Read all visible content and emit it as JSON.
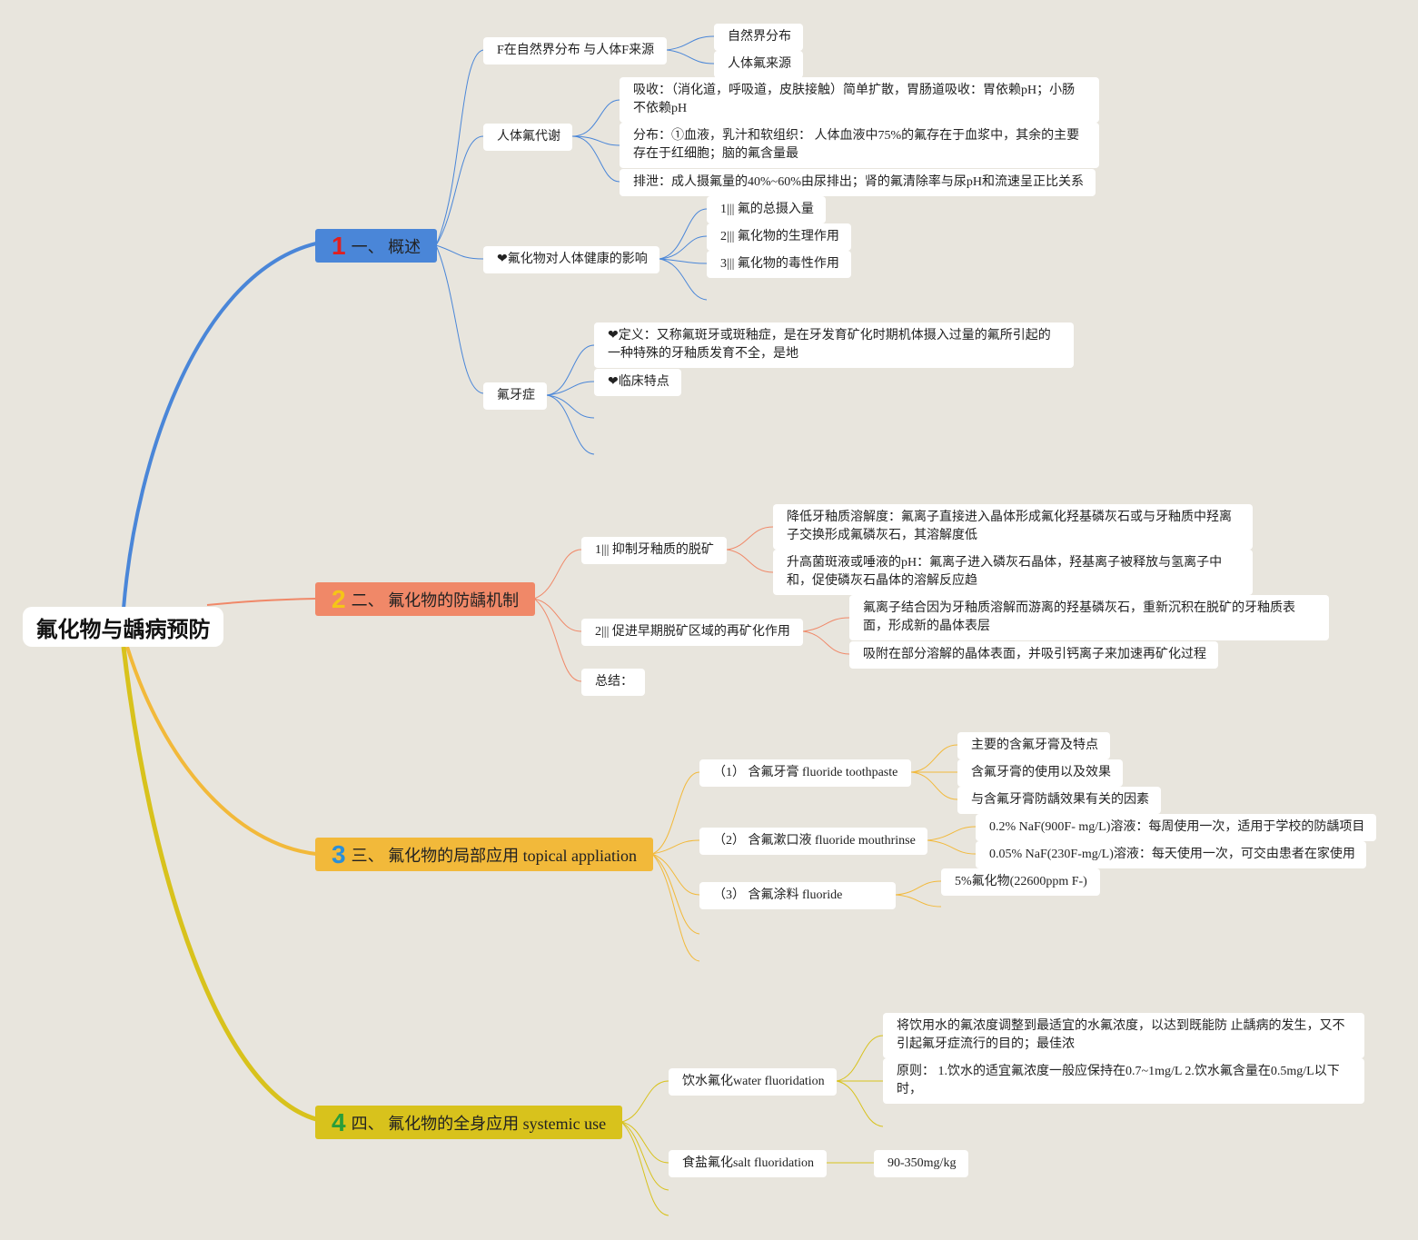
{
  "root": {
    "label": "氟化物与龋病预防"
  },
  "colors": {
    "b1": "#4a86d8",
    "b2": "#f08868",
    "b3": "#f2b93a",
    "b4": "#d8c21c"
  },
  "b1": {
    "num": "1",
    "label": "一、 概述",
    "c1": {
      "label": "F在自然界分布 与人体F来源",
      "items": [
        "自然界分布",
        "人体氟来源"
      ]
    },
    "c2": {
      "label": "人体氟代谢",
      "items": [
        "吸收：（消化道，呼吸道，皮肤接触）简单扩散，胃肠道吸收：胃依赖pH；小肠不依赖pH",
        "分布：①血液，乳汁和软组织： 人体血液中75%的氟存在于血浆中，其余的主要存在于红细胞；脑的氟含量最",
        "排泄：成人摄氟量的40%~60%由尿排出；肾的氟清除率与尿pH和流速呈正比关系"
      ]
    },
    "c3": {
      "label": "❤氟化物对人体健康的影响",
      "items": [
        "1||| 氟的总摄入量",
        "2||| 氟化物的生理作用",
        "3||| 氟化物的毒性作用"
      ]
    },
    "c4": {
      "label": "氟牙症",
      "items": [
        "❤定义：又称氟斑牙或斑釉症，是在牙发育矿化时期机体摄入过量的氟所引起的一种特殊的牙釉质发育不全，是地",
        "❤临床特点"
      ]
    }
  },
  "b2": {
    "num": "2",
    "label": "二、 氟化物的防龋机制",
    "c1": {
      "label": "1||| 抑制牙釉质的脱矿",
      "items": [
        "降低牙釉质溶解度：氟离子直接进入晶体形成氟化羟基磷灰石或与牙釉质中羟离子交换形成氟磷灰石，其溶解度低",
        "升高菌斑液或唾液的pH：氟离子进入磷灰石晶体，羟基离子被释放与氢离子中和，促使磷灰石晶体的溶解反应趋"
      ]
    },
    "c2": {
      "label": "2||| 促进早期脱矿区域的再矿化作用",
      "items": [
        "氟离子结合因为牙釉质溶解而游离的羟基磷灰石，重新沉积在脱矿的牙釉质表面，形成新的晶体表层",
        "吸附在部分溶解的晶体表面，并吸引钙离子来加速再矿化过程"
      ]
    },
    "c3": {
      "label": "总结："
    }
  },
  "b3": {
    "num": "3",
    "label": "三、 氟化物的局部应用 topical appliation",
    "c1": {
      "label": "（1） 含氟牙膏 fluoride toothpaste",
      "items": [
        "主要的含氟牙膏及特点",
        "含氟牙膏的使用以及效果",
        "与含氟牙膏防龋效果有关的因素"
      ]
    },
    "c2": {
      "label": "（2） 含氟漱口液 fluoride mouthrinse",
      "items": [
        "0.2% NaF(900F- mg/L)溶液：每周使用一次，适用于学校的防龋项目",
        "0.05% NaF(230F-mg/L)溶液：每天使用一次，可交由患者在家使用"
      ]
    },
    "c3": {
      "label": "（3） 含氟涂料 fluoride",
      "items": [
        "5%氟化物(22600ppm F-)"
      ]
    }
  },
  "b4": {
    "num": "4",
    "label": "四、 氟化物的全身应用 systemic use",
    "c1": {
      "label": "饮水氟化water fluoridation",
      "items": [
        "将饮用水的氟浓度调整到最适宜的水氟浓度，以达到既能防 止龋病的发生，又不引起氟牙症流行的目的；最佳浓",
        "原则： 1.饮水的适宜氟浓度一般应保持在0.7~1mg/L 2.饮水氟含量在0.5mg/L以下时，"
      ]
    },
    "c2": {
      "label": "食盐氟化salt fluoridation",
      "items": [
        "90-350mg/kg"
      ]
    }
  }
}
